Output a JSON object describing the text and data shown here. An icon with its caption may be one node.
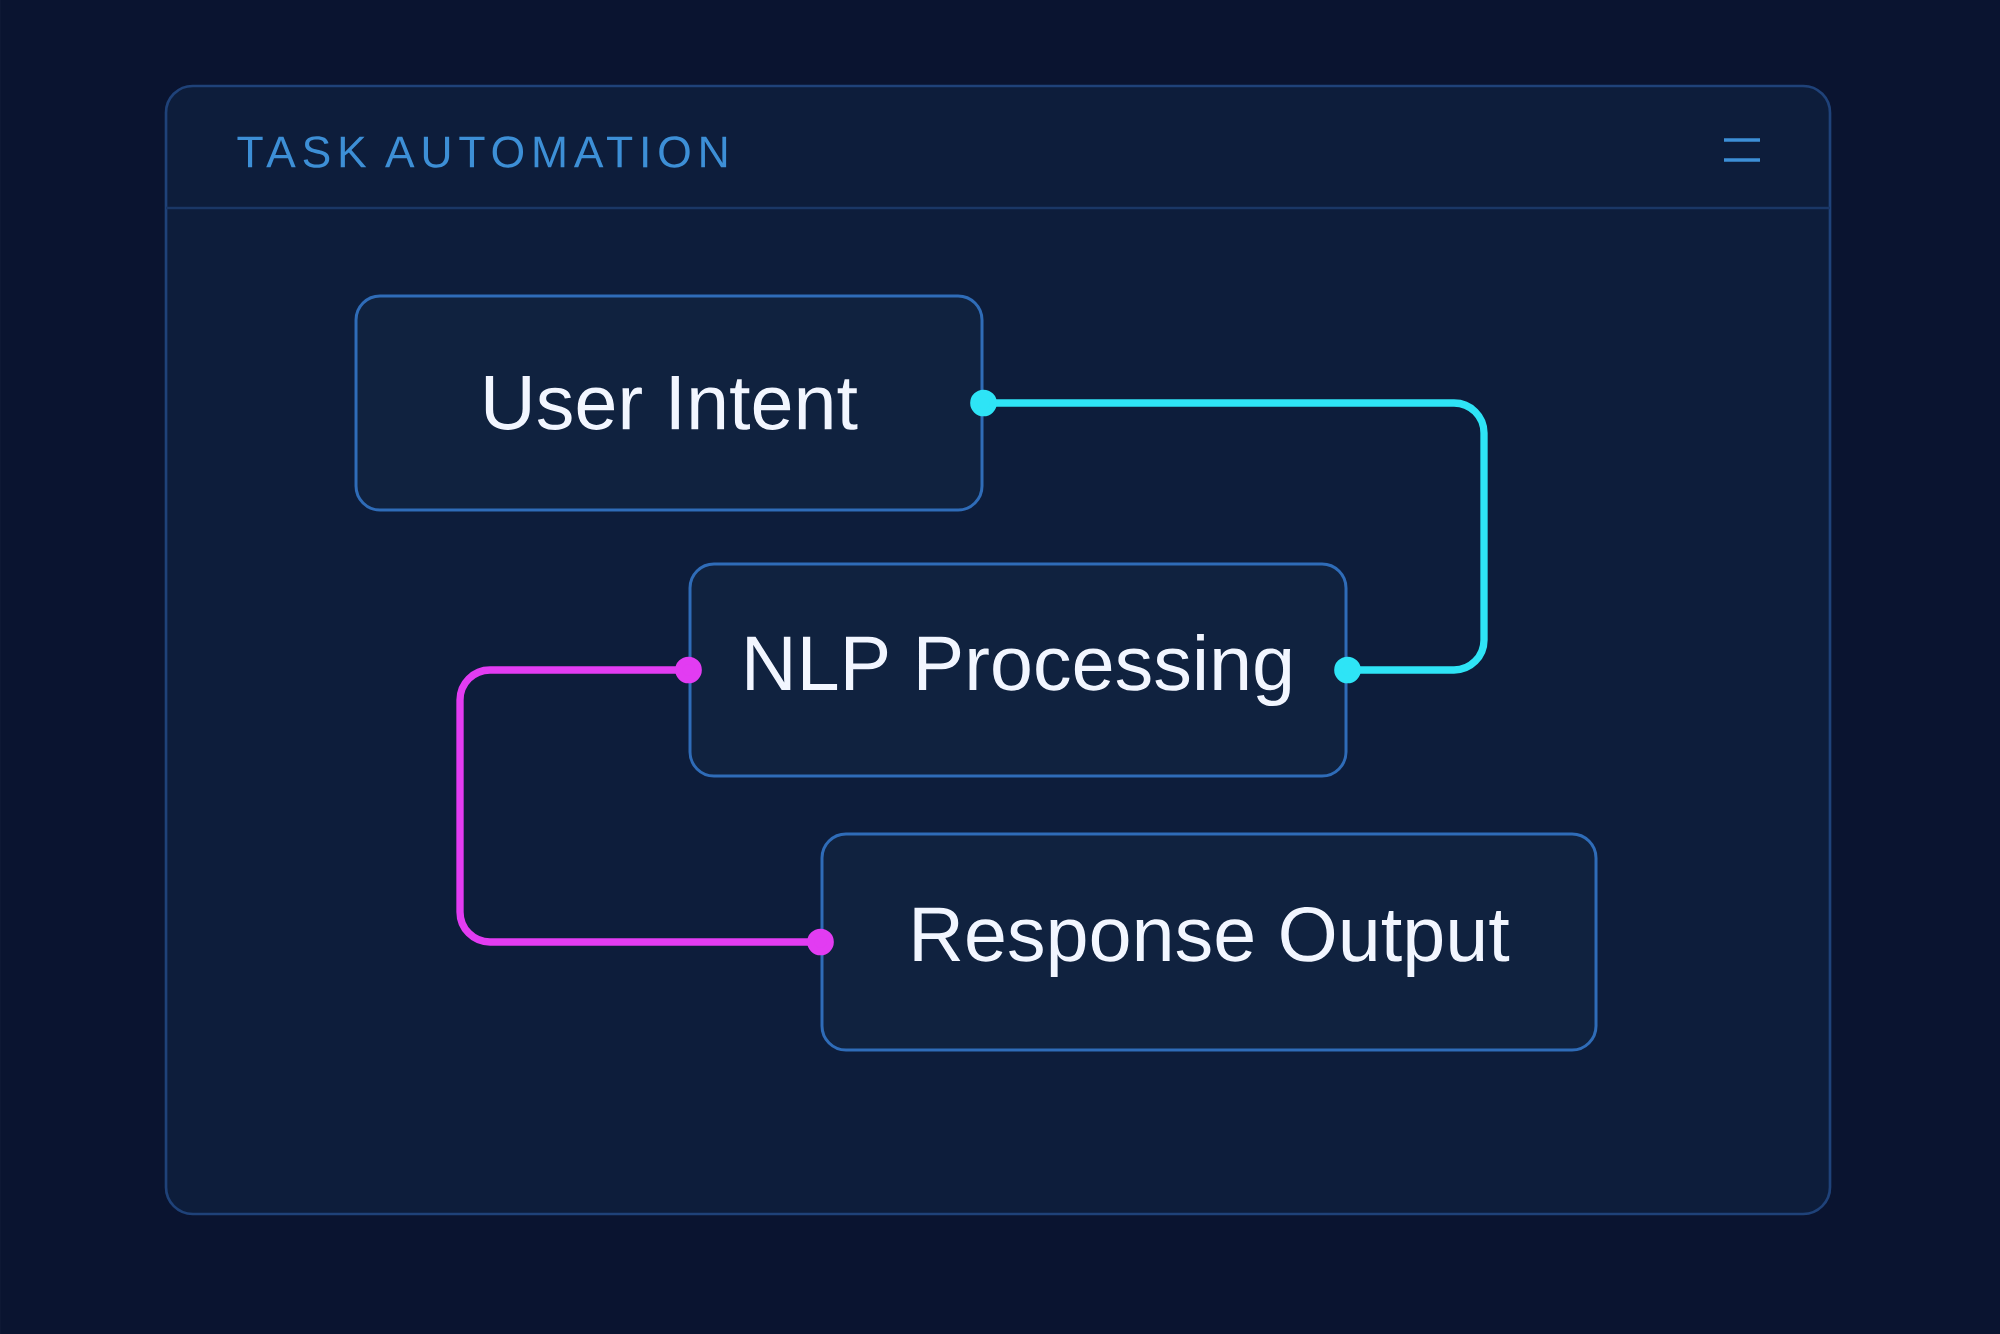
{
  "diagram": {
    "nodes": [
      {
        "text": [
          "TASK AUTOMATION"
        ]
      },
      {
        "text": [
          "User Intent"
        ],
        "in": 0
      },
      {
        "text": [
          "NLP Processing"
        ],
        "in": 0
      },
      {
        "text": [
          "Response Output"
        ],
        "in": 0
      }
    ],
    "edges": [
      {
        "from": 1,
        "to": 2,
        "arrow": "other"
      },
      {
        "from": 2,
        "to": 3,
        "arrow": "other",
        "color": "#e23cf2"
      }
    ]
  }
}
